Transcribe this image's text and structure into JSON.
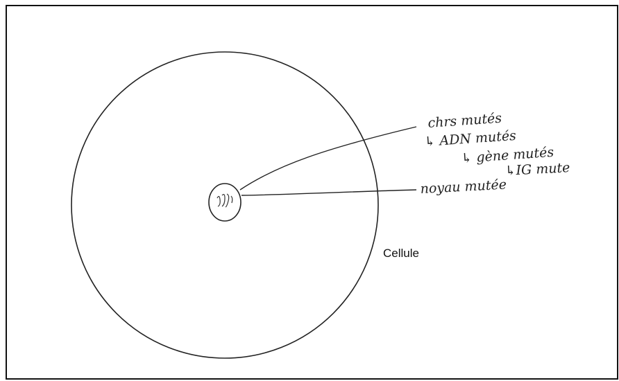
{
  "diagram": {
    "cell_label": "Cellule",
    "annotations": {
      "line1": "chrs mutés",
      "line2": "↳ ADN mutés",
      "line3": "↳ gène mutés",
      "line4": "↳IG mute",
      "line5": "noyau mutée"
    }
  }
}
